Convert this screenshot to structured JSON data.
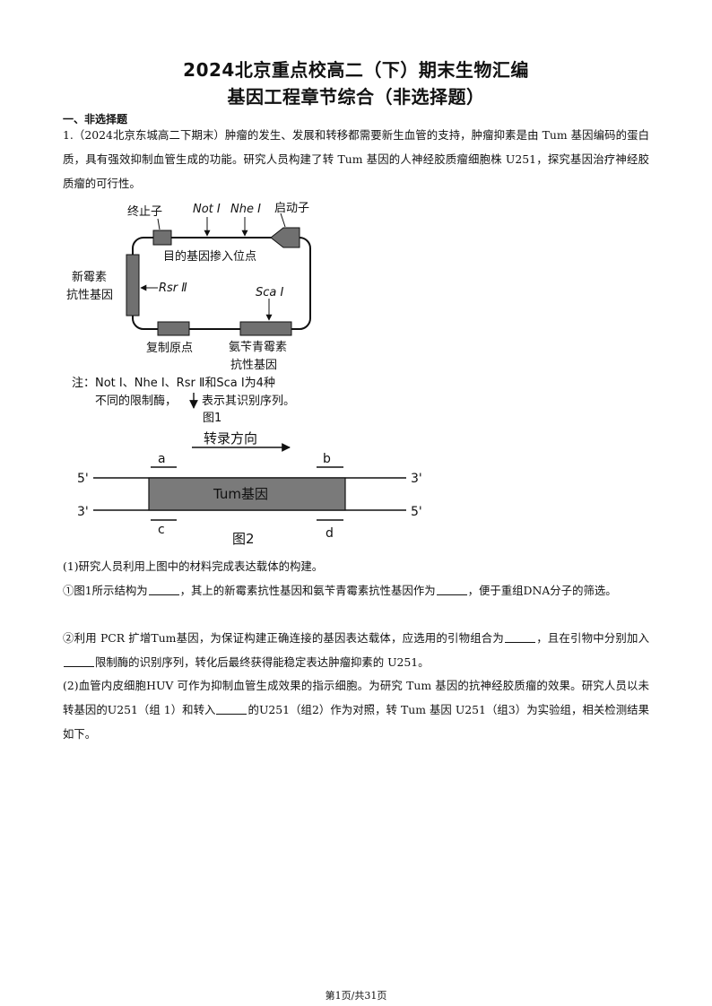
{
  "title_line1": "2024北京重点校高二（下）期末生物汇编",
  "title_line2": "基因工程章节综合（非选择题）",
  "section_heading": "一、非选择题",
  "question1": {
    "intro": "1.（2024北京东城高二下期末）肿瘤的发生、发展和转移都需要新生血管的支持，肿瘤抑素是由 Tum 基因编码的蛋白质，具有强效抑制血管生成的功能。研究人员构建了转 Tum 基因的人神经胶质瘤细胞株 U251，探究基因治疗神经胶质瘤的可行性。",
    "part1_heading": "(1)研究人员利用上图中的材料完成表达载体的构建。",
    "part1_a_pre": "①图1所示结构为",
    "part1_a_mid": "，其上的新霉素抗性基因和氨苄青霉素抗性基因作为",
    "part1_a_post": "，便于重组DNA分子的筛选。",
    "part1_b_pre": "②利用 PCR 扩增Tum基因，为保证构建正确连接的基因表达载体，应选用的引物组合为",
    "part1_b_mid": "，且在引物中分别加入",
    "part1_b_post": "限制酶的识别序列，转化后最终获得能稳定表达肿瘤抑素的 U251。",
    "part2_pre": "(2)血管内皮细胞HUV 可作为抑制血管生成效果的指示细胞。为研究 Tum 基因的抗神经胶质瘤的效果。研究人员以未转基因的U251（组 1）和转入",
    "part2_post": "的U251（组2）作为对照，转 Tum 基因 U251（组3）为实验组，相关检测结果如下。"
  },
  "figure1": {
    "terminator": "终止子",
    "not1": "Not Ⅰ",
    "nhe1": "Nhe Ⅰ",
    "promoter": "启动子",
    "insert_site": "目的基因掺入位点",
    "neo_line1": "新霉素",
    "neo_line2": "抗性基因",
    "rsr2": "Rsr Ⅱ",
    "sca1": "Sca Ⅰ",
    "ori": "复制原点",
    "amp_line1": "氨苄青霉素",
    "amp_line2": "抗性基因",
    "note_line1": "注：Not Ⅰ、Nhe Ⅰ、Rsr Ⅱ和Sca Ⅰ为4种",
    "note_line2_pre": "不同的限制酶，",
    "note_line2_post": "表示其识别序列。",
    "caption": "图1"
  },
  "figure2": {
    "direction": "转录方向",
    "primer_a": "a",
    "primer_b": "b",
    "primer_c": "c",
    "primer_d": "d",
    "top_left": "5'",
    "top_right": "3'",
    "bottom_left": "3'",
    "bottom_right": "5'",
    "gene": "Tum基因",
    "caption": "图2"
  },
  "footer": "第1页/共31页"
}
